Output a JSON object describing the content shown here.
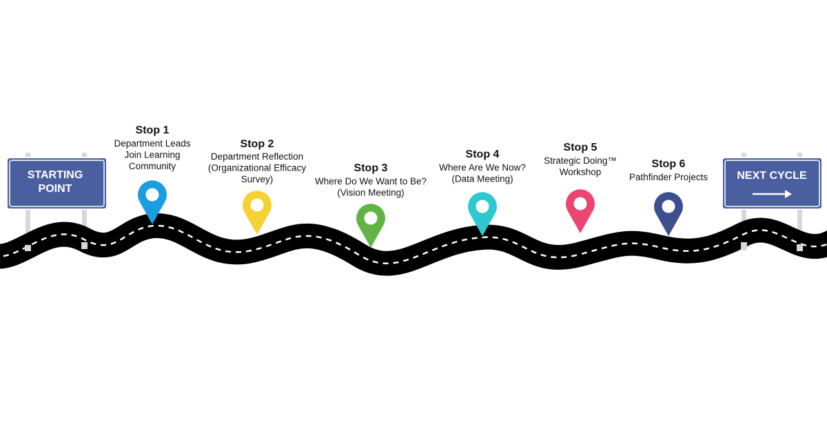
{
  "signs": {
    "start": {
      "line1": "STARTING",
      "line2": "POINT"
    },
    "next": {
      "label": "NEXT CYCLE",
      "arrow": "→"
    }
  },
  "stops": [
    {
      "title": "Stop 1",
      "lines": [
        "Department Leads",
        "Join Learning",
        "Community"
      ],
      "color": "#1a9ee0"
    },
    {
      "title": "Stop 2",
      "lines": [
        "Department Reflection",
        "(Organizational Efficacy",
        "Survey)"
      ],
      "color": "#f5d232"
    },
    {
      "title": "Stop 3",
      "lines": [
        "Where Do We Want to Be?",
        "(Vision Meeting)"
      ],
      "color": "#62b446"
    },
    {
      "title": "Stop 4",
      "lines": [
        "Where Are We Now?",
        "(Data Meeting)"
      ],
      "color": "#2ec9cf"
    },
    {
      "title": "Stop 5",
      "lines": [
        "Strategic Doing™",
        "Workshop"
      ],
      "color": "#eb4570"
    },
    {
      "title": "Stop 6",
      "lines": [
        "Pathfinder Projects"
      ],
      "color": "#3d4f8f"
    }
  ],
  "colors": {
    "sign_fill": "#4a5fa0",
    "sign_border": "#ffffff",
    "road": "#000000",
    "road_dash": "#ffffff",
    "post": "#d8d8d8"
  }
}
